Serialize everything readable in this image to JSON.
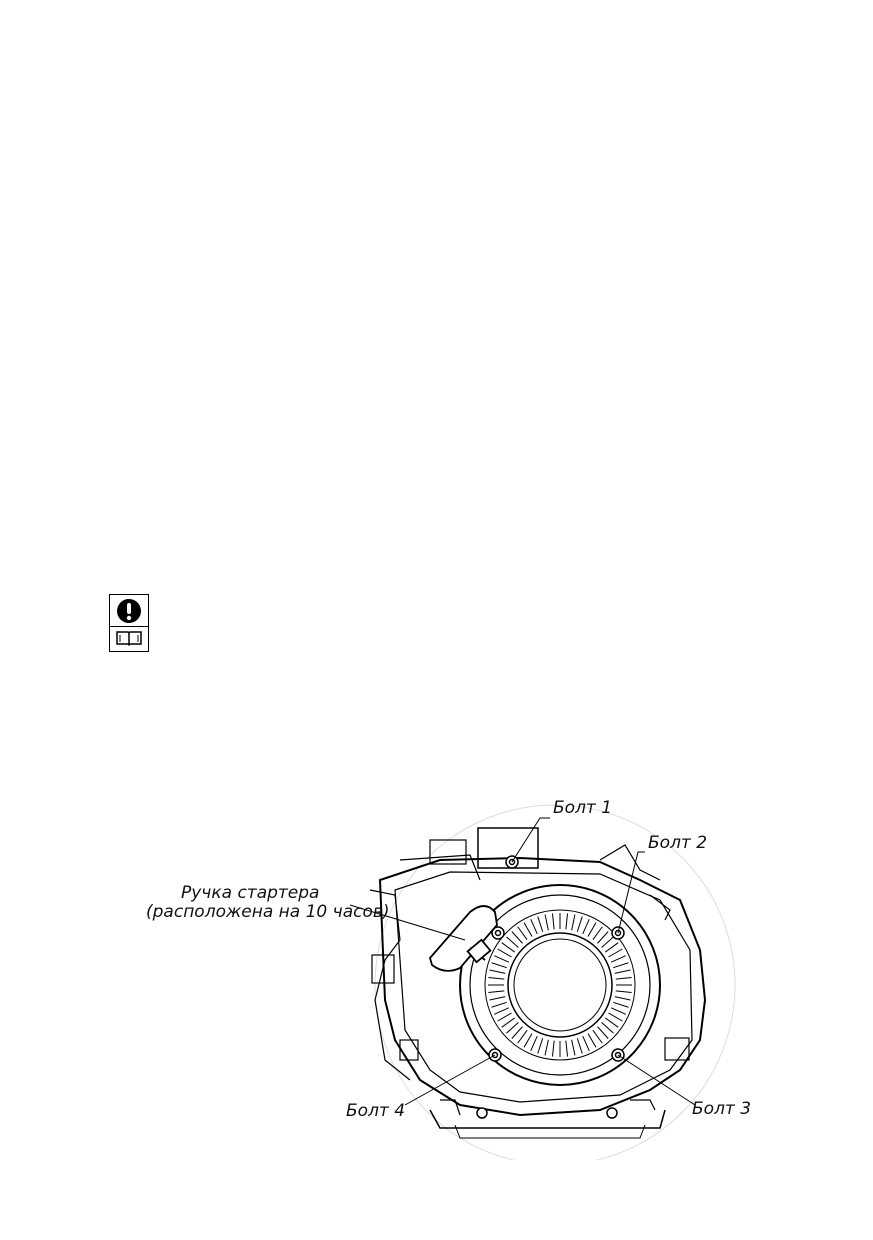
{
  "icons": {
    "warning": "exclamation-circle-icon",
    "manual": "open-book-icon"
  },
  "figure": {
    "callouts": {
      "bolt1": "Болт 1",
      "bolt2": "Болт 2",
      "bolt3": "Болт 3",
      "bolt4": "Болт 4",
      "starter_line1": "Ручка стартера",
      "starter_line2": "(расположена на 10 часов)"
    }
  }
}
